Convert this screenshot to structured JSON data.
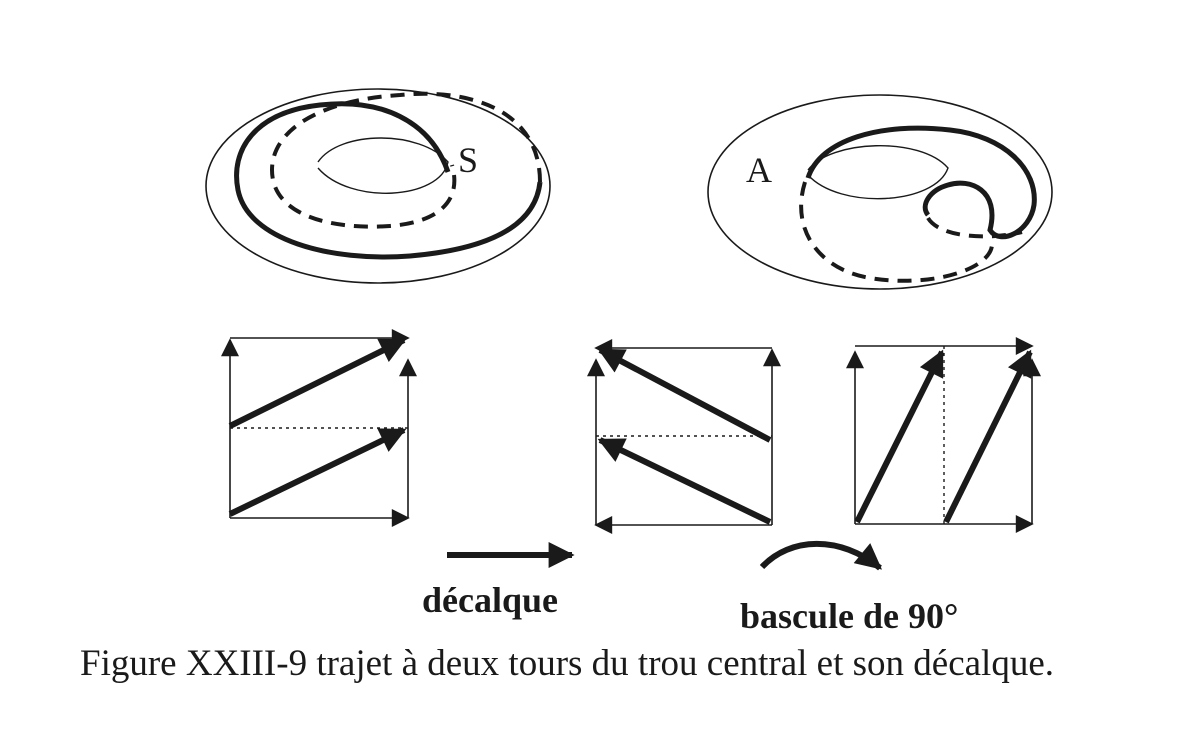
{
  "torus_left": {
    "label": "S"
  },
  "torus_right": {
    "label": "A"
  },
  "arrows": {
    "tracing_label": "décalque",
    "flip_label": "bascule de 90°"
  },
  "caption": "Figure XXIII-9 trajet à deux tours du trou central et son décalque."
}
